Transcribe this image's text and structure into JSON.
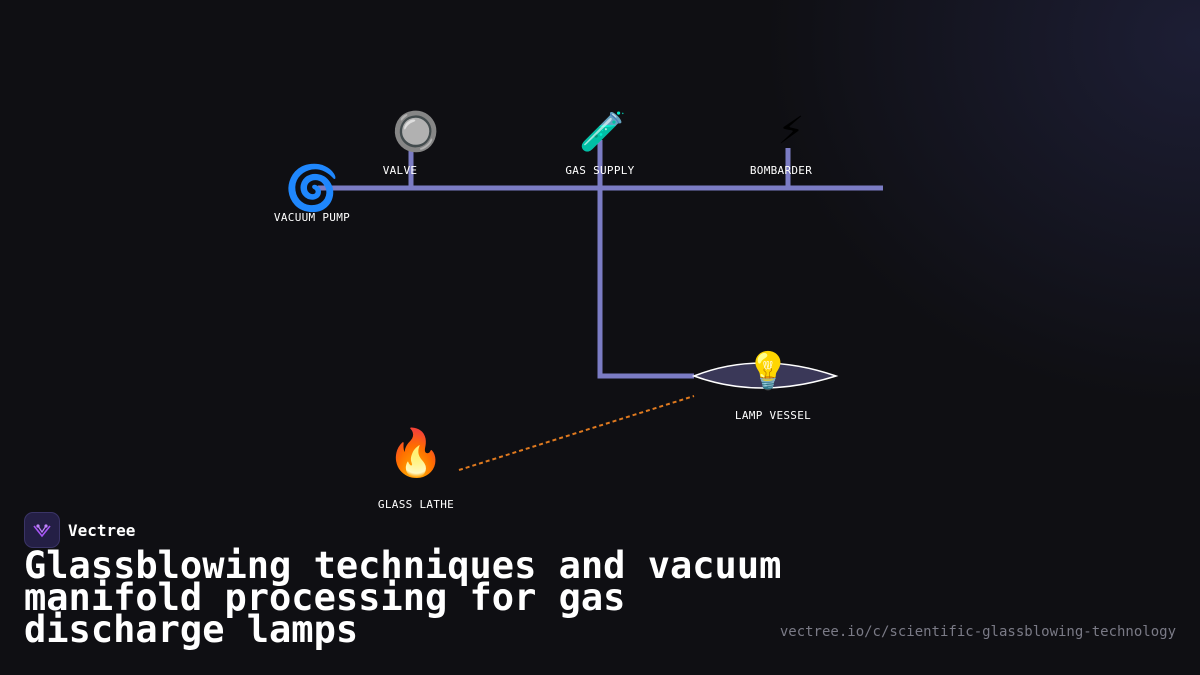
{
  "diagram": {
    "nodes": {
      "vacuum_pump": {
        "label": "VACUUM PUMP",
        "icon": "🌀"
      },
      "valve": {
        "label": "VALVE",
        "icon": "🔘"
      },
      "gas_supply": {
        "label": "GAS SUPPLY",
        "icon": "🧪"
      },
      "bombarder": {
        "label": "BOMBARDER",
        "icon": "⚡"
      },
      "lamp_vessel": {
        "label": "LAMP VESSEL",
        "icon": "💡"
      },
      "glass_lathe": {
        "label": "GLASS LATHE",
        "icon": "🔥"
      }
    },
    "colors": {
      "manifold": "#7b7cc4",
      "flame_link": "#e07a1f",
      "vessel_fill": "#3a3858"
    }
  },
  "brand": {
    "name": "Vectree"
  },
  "title": "Glassblowing techniques and vacuum manifold processing for gas discharge lamps",
  "url": "vectree.io/c/scientific-glassblowing-technology"
}
